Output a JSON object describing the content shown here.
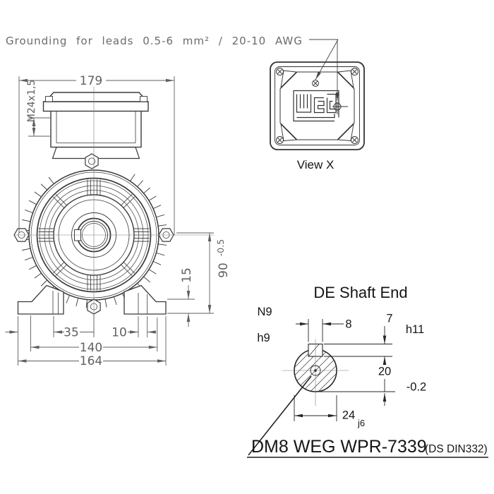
{
  "drawing": {
    "note": "Grounding for leads 0.5-6 mm² / 20-10 AWG",
    "front_view": {
      "dim_width": "179",
      "dim_gland": "M24x1,5",
      "dim_shaft_height": "90",
      "dim_shaft_height_tol": "-0.5",
      "dim_foot_thickness": "15",
      "dim_35": "35",
      "dim_10": "10",
      "dim_140": "140",
      "dim_164": "164"
    },
    "view_x": {
      "caption": "View X"
    },
    "shaft_end": {
      "title": "DE Shaft End",
      "label_n9": "N9",
      "label_h9": "h9",
      "dim_key_width": "8",
      "dim_key_height": "7",
      "tol_h11": "h11",
      "dim_20": "20",
      "tol_minus02": "-0.2",
      "dim_24": "24",
      "tol_j6": "j6"
    },
    "footer": {
      "code": "DM8 WEG WPR-7339",
      "standard": "(DS DIN332)"
    }
  },
  "colors": {
    "line": "#3a3a3a",
    "dim": "#5f5f5f",
    "label": "#151515",
    "bg": "#ffffff"
  }
}
